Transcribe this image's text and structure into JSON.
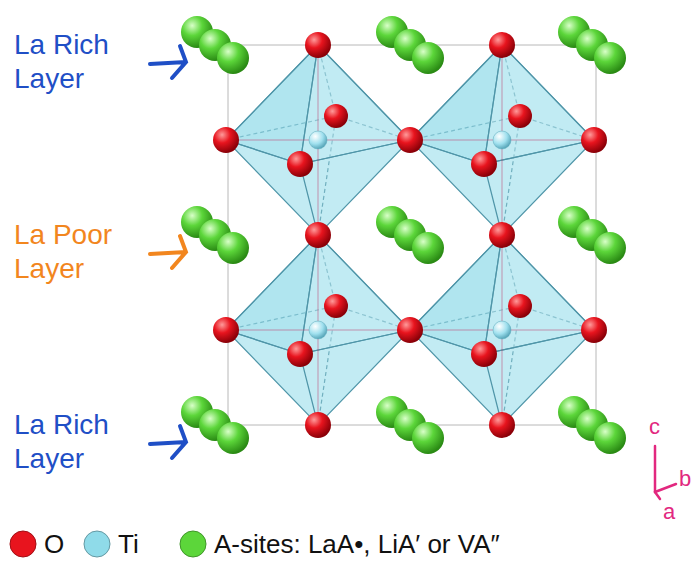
{
  "diagram": {
    "labels": [
      "La Rich Layer",
      "La Poor Layer",
      "La Rich Layer",
      "c",
      "b",
      "a"
    ],
    "legend": [
      {
        "text": "O",
        "color": "#e8141e"
      },
      {
        "text": "Ti",
        "color": "#8fdbe9"
      },
      {
        "text": "A-sites: LaA•, LiA′ or VA″",
        "color": "#5cd63a"
      }
    ]
  }
}
